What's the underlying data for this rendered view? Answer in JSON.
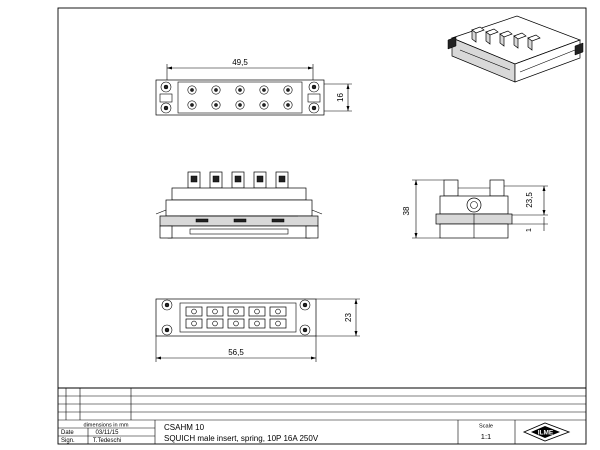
{
  "dimensions": {
    "top_width": "49,5",
    "top_height": "16",
    "front_height": "38",
    "side_height": "23,5",
    "side_small": "1",
    "bottom_height": "23",
    "bottom_width": "56,5"
  },
  "title_block": {
    "units_note": "dimensions in mm",
    "date_label": "Date",
    "date_value": "03/11/15",
    "sign_label": "Sign.",
    "sign_value": "T.Tedeschi",
    "part_code": "CSAHM 10",
    "description": "SQUICH male insert, spring, 10P 16A 250V",
    "scale_label": "Scale",
    "scale_value": "1:1",
    "logo_text": "ILME"
  }
}
